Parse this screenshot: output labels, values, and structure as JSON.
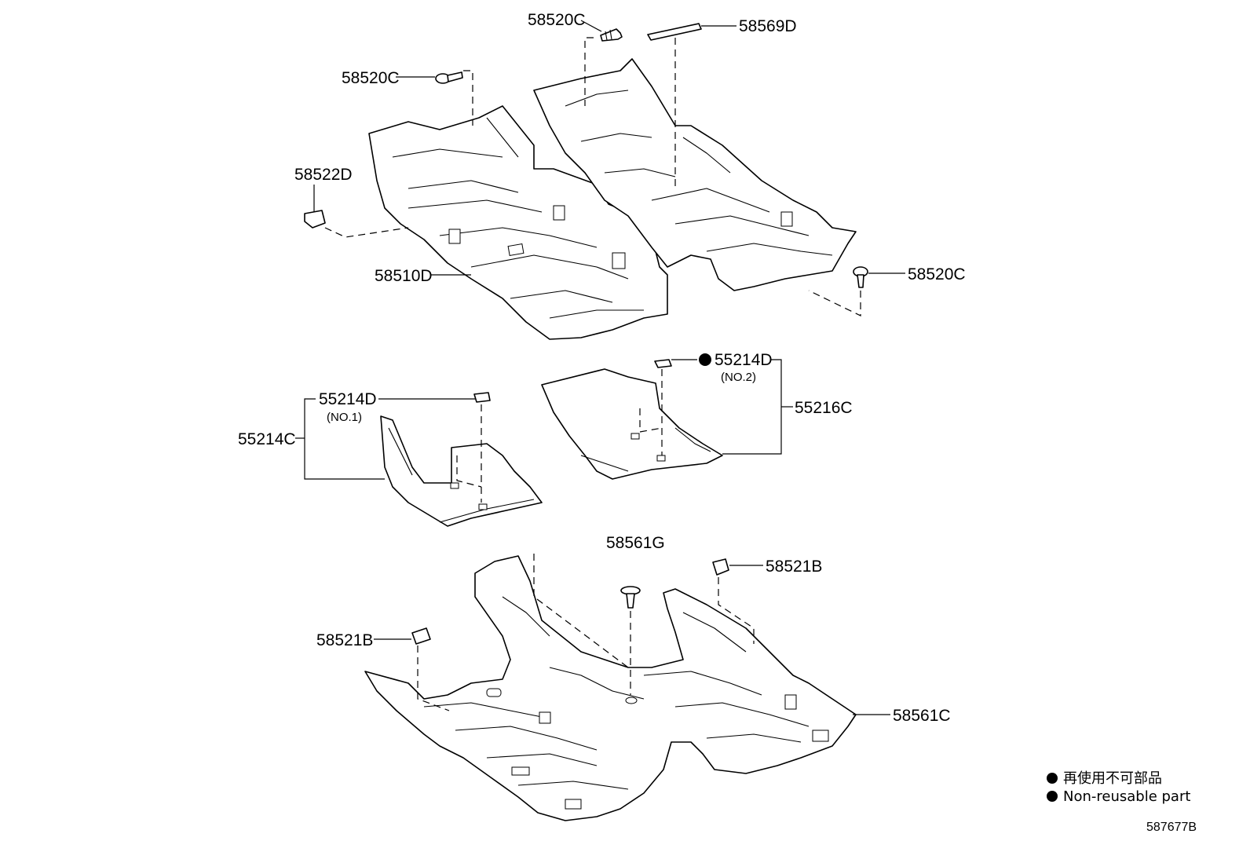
{
  "parts": {
    "p58520c_top": "58520C",
    "p58569d": "58569D",
    "p58520c_left": "58520C",
    "p58522d": "58522D",
    "p58510d": "58510D",
    "p58520c_right": "58520C",
    "p55214d_no2": "55214D",
    "p55214d_no2_sub": "(NO.2)",
    "p55216c": "55216C",
    "p55214d_no1": "55214D",
    "p55214d_no1_sub": "(NO.1)",
    "p55214c": "55214C",
    "p58561g": "58561G",
    "p58521b_right": "58521B",
    "p58521b_left": "58521B",
    "p58561c": "58561C"
  },
  "legend": {
    "japanese": "再使用不可部品",
    "english": "Non-reusable part"
  },
  "diagram_code": "587677B",
  "icons": {
    "non_reusable_marker": "filled-circle",
    "clip": "clip-icon",
    "screw": "screw-icon"
  }
}
